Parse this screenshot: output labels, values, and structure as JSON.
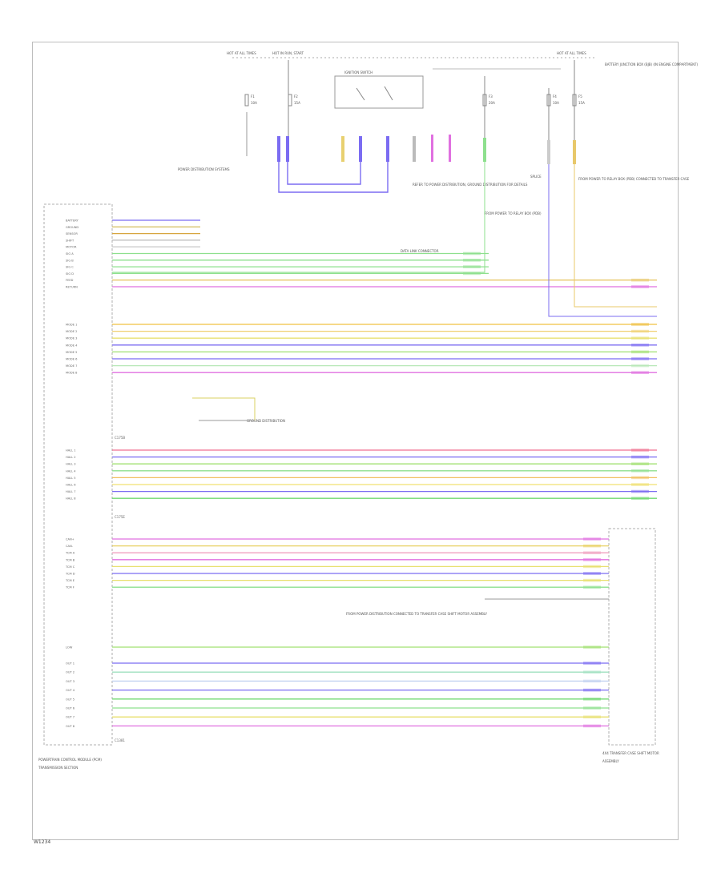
{
  "figure_code": "W1234",
  "top_labels": {
    "hot_at_all_times": "HOT AT ALL TIMES",
    "hot_in_run": "HOT IN RUN, START",
    "ignition_switch": "IGNITION SWITCH",
    "hot_at_all_times_right": "HOT AT ALL TIMES",
    "battery_junction_box": "BATTERY JUNCTION BOX (BJB) (IN ENGINE COMPARTMENT)"
  },
  "fuses": [
    {
      "label": "F1",
      "rating": "10A"
    },
    {
      "label": "F2",
      "rating": "15A"
    },
    {
      "label": "F3",
      "rating": "20A"
    },
    {
      "label": "F4",
      "rating": "10A"
    },
    {
      "label": "F5",
      "rating": "15A"
    }
  ],
  "notes": {
    "power_distribution": "POWER DISTRIBUTION SYSTEMS",
    "ground_note": "GROUND DISTRIBUTION",
    "wiring_note_left": "REFER TO POWER DISTRIBUTION, GROUND DISTRIBUTION FOR DETAILS",
    "wiring_note_center": "FROM POWER TO RELAY BOX (PDB)",
    "wiring_note_right": "FROM POWER TO RELAY BOX (PDB) CONNECTED TO TRANSFER CASE",
    "splice_note": "SPLICE",
    "data_note": "DATA LINK CONNECTOR",
    "mid_note": "FROM POWER DISTRIBUTION CONNECTED TO TRANSFER CASE SHIFT MOTOR ASSEMBLY"
  },
  "left_module": {
    "name": "POWERTRAIN CONTROL MODULE (PCM)",
    "sub": "TRANSMISSION SECTION"
  },
  "right_module": {
    "name": "4X4 TRANSFER CASE SHIFT MOTOR",
    "sub": "ASSEMBLY"
  },
  "connector_labels": [
    "C175B",
    "C175E",
    "C1381"
  ],
  "wire_groups": [
    {
      "name": "group-a",
      "wires": [
        {
          "pin": "BATTERY",
          "color": "#7b6cf2"
        },
        {
          "pin": "GROUND",
          "color": "#d6c36a"
        },
        {
          "pin": "SENSOR",
          "color": "#d7a640"
        },
        {
          "pin": "SHIFT",
          "color": "#bbbbbb"
        },
        {
          "pin": "MOTOR",
          "color": "#cccccc"
        },
        {
          "pin": "SIG A",
          "color": "#8ee08e"
        },
        {
          "pin": "SIG B",
          "color": "#8ee08e"
        },
        {
          "pin": "SIG C",
          "color": "#8ee08e"
        },
        {
          "pin": "SIG D",
          "color": "#8ee08e"
        },
        {
          "pin": "FEED",
          "color": "#e8c86a"
        },
        {
          "pin": "RETURN",
          "color": "#e070e0"
        }
      ]
    },
    {
      "name": "group-b",
      "wires": [
        {
          "pin": "MODE 1",
          "color": "#f0c040"
        },
        {
          "pin": "MODE 2",
          "color": "#f0d070"
        },
        {
          "pin": "MODE 3",
          "color": "#e8e070"
        },
        {
          "pin": "MODE 4",
          "color": "#7b6cf2"
        },
        {
          "pin": "MODE 5",
          "color": "#a0e070"
        },
        {
          "pin": "MODE 6",
          "color": "#7b6cf2"
        },
        {
          "pin": "MODE 7",
          "color": "#b8e8b8"
        },
        {
          "pin": "MODE 8",
          "color": "#e070e0"
        }
      ]
    },
    {
      "name": "group-c",
      "wires": [
        {
          "pin": "HALL 1",
          "color": "#f07090"
        },
        {
          "pin": "HALL 2",
          "color": "#7b6cf2"
        },
        {
          "pin": "HALL 3",
          "color": "#a0e070"
        },
        {
          "pin": "HALL 4",
          "color": "#8ee08e"
        },
        {
          "pin": "HALL 5",
          "color": "#f0c060"
        },
        {
          "pin": "HALL 6",
          "color": "#f0e070"
        },
        {
          "pin": "HALL 7",
          "color": "#7b6cf2"
        },
        {
          "pin": "HALL 8",
          "color": "#70d870"
        }
      ]
    },
    {
      "name": "group-d",
      "wires": [
        {
          "pin": "CAN+",
          "color": "#e070e0"
        },
        {
          "pin": "CAN-",
          "color": "#e8d060"
        },
        {
          "pin": "TCM A",
          "color": "#f0a0c0"
        },
        {
          "pin": "TCM B",
          "color": "#e070e0"
        },
        {
          "pin": "TCM C",
          "color": "#e8e070"
        },
        {
          "pin": "TCM D",
          "color": "#7b6cf2"
        },
        {
          "pin": "TCM E",
          "color": "#e8e070"
        },
        {
          "pin": "TCM F",
          "color": "#8ee08e"
        }
      ]
    },
    {
      "name": "group-e",
      "wires": [
        {
          "pin": "LOW",
          "color": "#a0e070"
        }
      ]
    },
    {
      "name": "group-f",
      "wires": [
        {
          "pin": "OUT 1",
          "color": "#7b6cf2"
        },
        {
          "pin": "OUT 2",
          "color": "#a0e0c0"
        },
        {
          "pin": "OUT 3",
          "color": "#c0d0f0"
        },
        {
          "pin": "OUT 4",
          "color": "#7b6cf2"
        },
        {
          "pin": "OUT 5",
          "color": "#70d870"
        },
        {
          "pin": "OUT 6",
          "color": "#8ee08e"
        },
        {
          "pin": "OUT 7",
          "color": "#e8e070"
        },
        {
          "pin": "OUT 8",
          "color": "#e070e0"
        }
      ]
    }
  ],
  "colors": {
    "frame": "#bdbdbd",
    "module_outline": "#999999",
    "text": "#555555"
  }
}
